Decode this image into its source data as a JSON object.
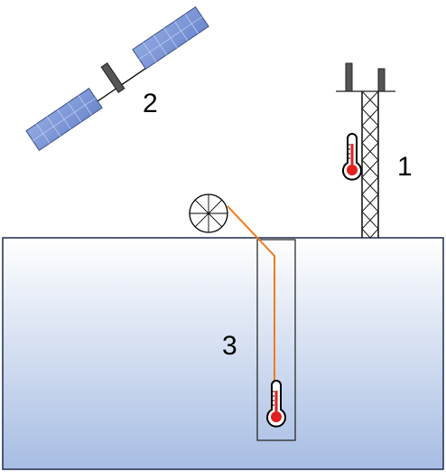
{
  "labels": {
    "tower": "1",
    "satellite": "2",
    "borehole": "3"
  },
  "colors": {
    "ground_fill_top": "#ffffff",
    "ground_fill_bottom": "#a7bde3",
    "ground_stroke": "#1c2b4d",
    "cable": "#f07c1c",
    "solar_panel": "#7c98d8",
    "thermometer_bulb": "#e02020"
  },
  "icons": [
    "satellite-icon",
    "lattice-tower-icon",
    "cable-reel-icon",
    "thermometer-icon"
  ]
}
